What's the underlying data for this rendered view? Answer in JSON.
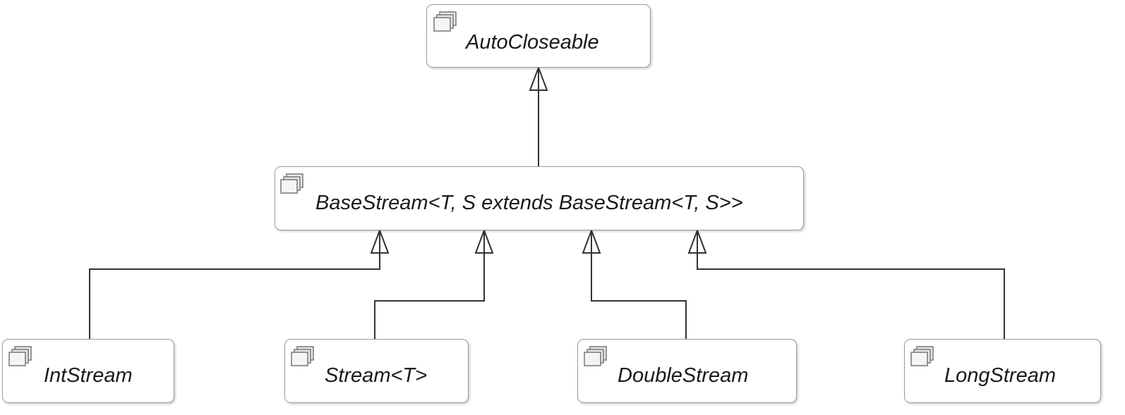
{
  "nodes": {
    "autocloseable": {
      "label": "AutoCloseable",
      "icon": "interface-icon"
    },
    "basestream": {
      "label": "BaseStream<T, S extends BaseStream<T, S>>",
      "icon": "interface-icon"
    },
    "intstream": {
      "label": "IntStream",
      "icon": "interface-icon"
    },
    "stream": {
      "label": "Stream<T>",
      "icon": "interface-icon"
    },
    "doublestream": {
      "label": "DoubleStream",
      "icon": "interface-icon"
    },
    "longstream": {
      "label": "LongStream",
      "icon": "interface-icon"
    }
  },
  "edges": [
    {
      "from": "basestream",
      "to": "autocloseable",
      "type": "generalization"
    },
    {
      "from": "intstream",
      "to": "basestream",
      "type": "generalization"
    },
    {
      "from": "stream",
      "to": "basestream",
      "type": "generalization"
    },
    {
      "from": "doublestream",
      "to": "basestream",
      "type": "generalization"
    },
    {
      "from": "longstream",
      "to": "basestream",
      "type": "generalization"
    }
  ],
  "colors": {
    "line": "#333333",
    "border": "#9a9a9a",
    "text": "#1a1a1a"
  }
}
